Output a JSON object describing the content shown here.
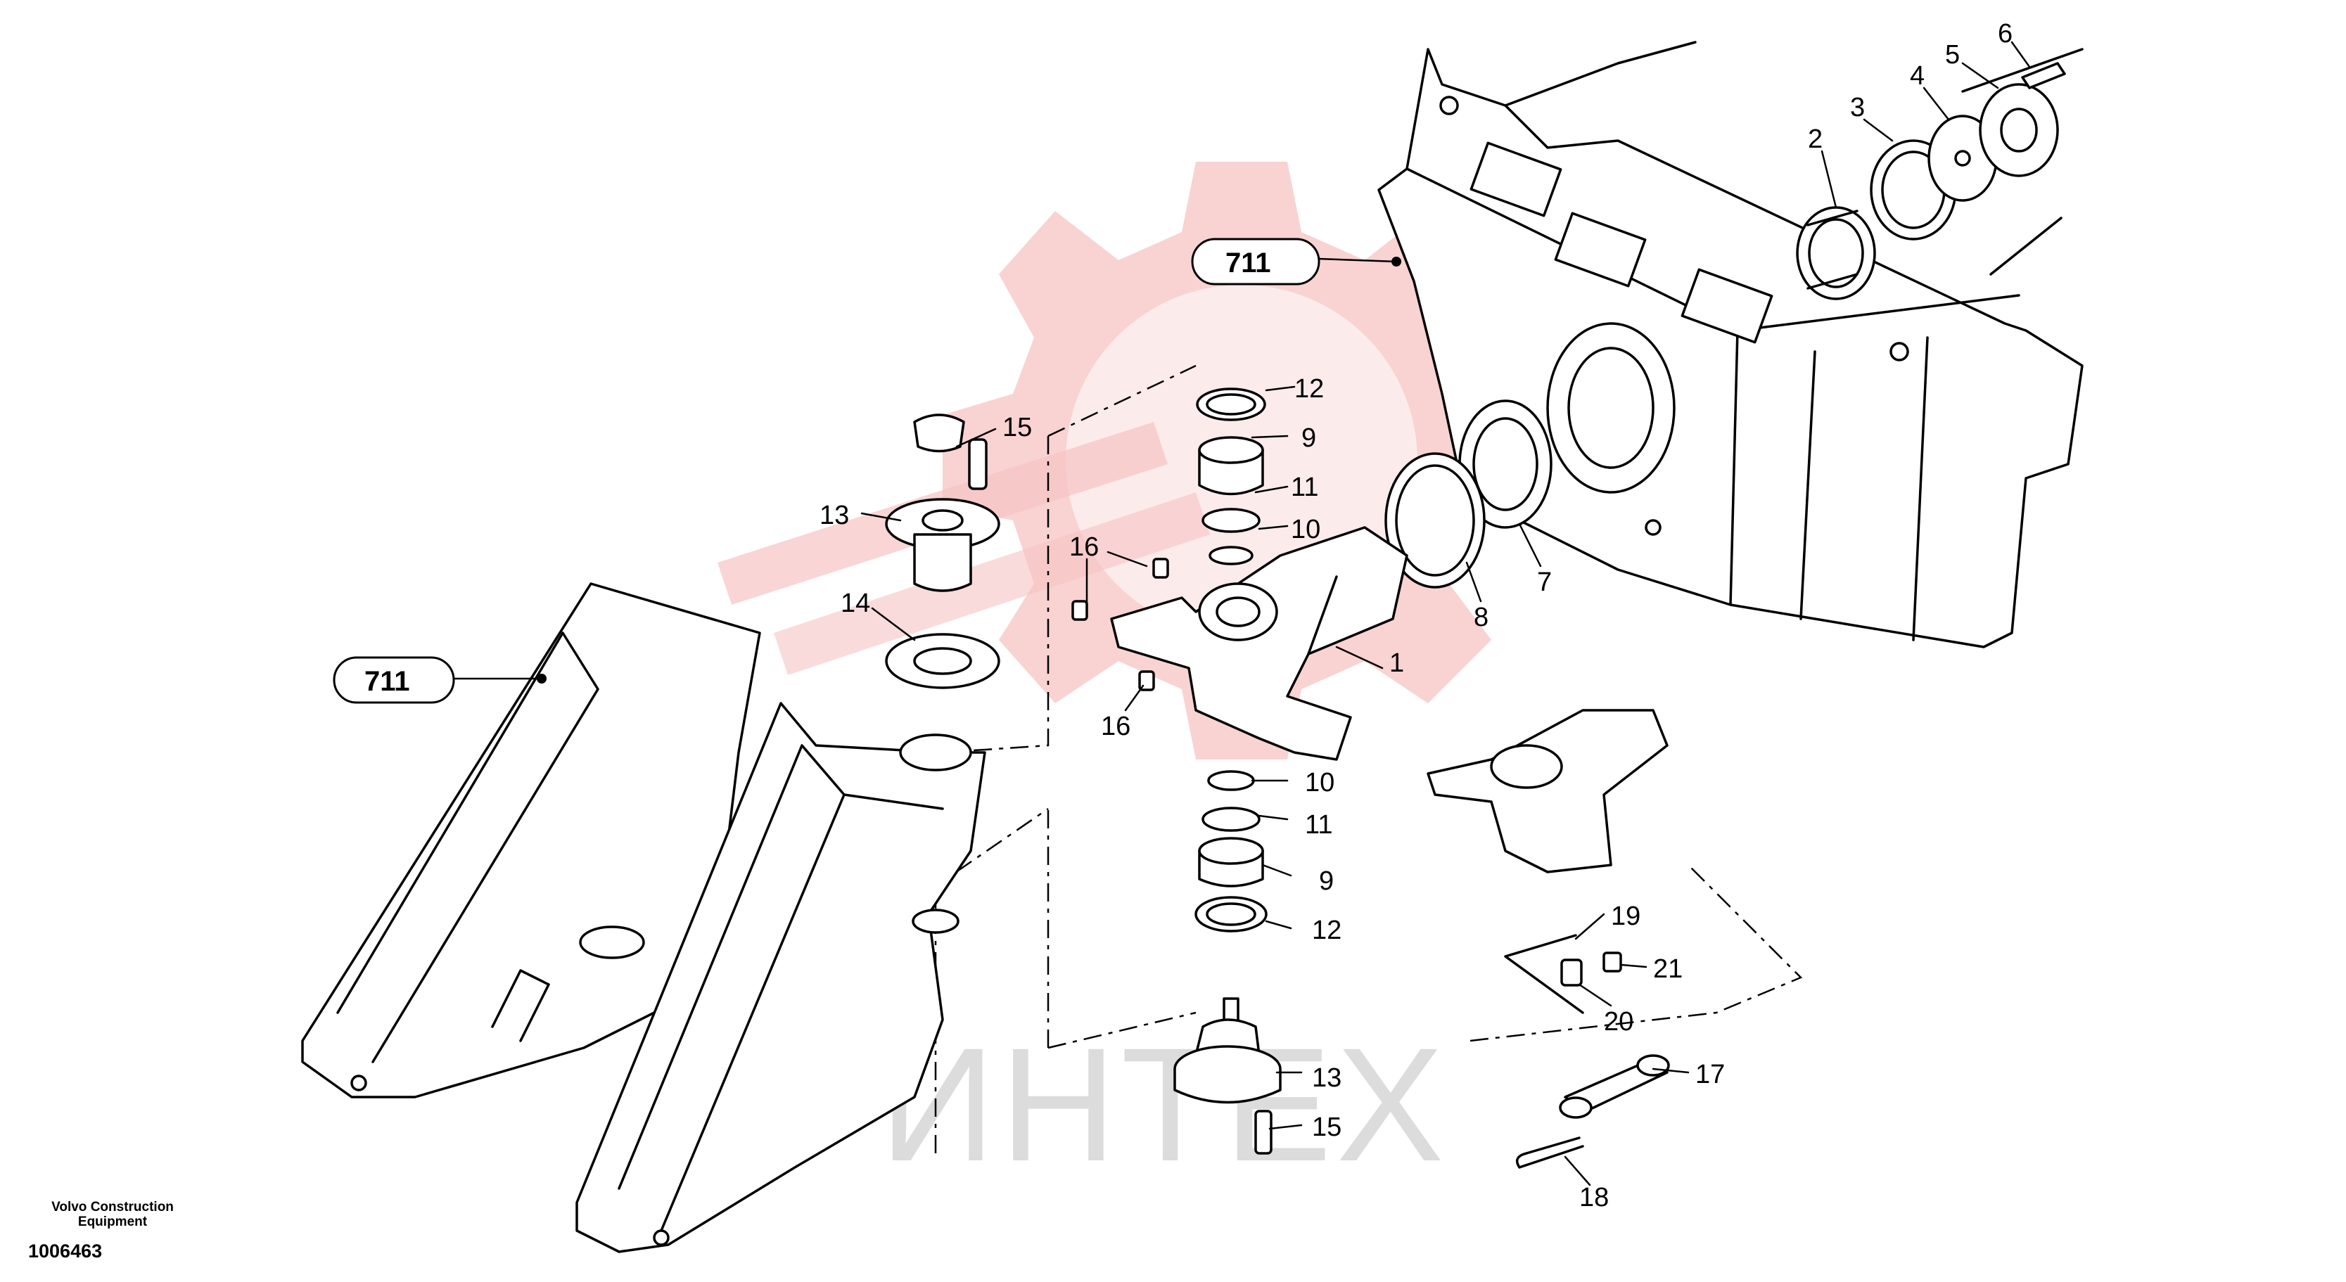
{
  "watermark": {
    "text": "ИНТЕХ",
    "colors": {
      "gear": "#f7c3c3",
      "text": "#dcdcdc"
    }
  },
  "reference_boxes": [
    {
      "id": "upper",
      "label": "711"
    },
    {
      "id": "lower",
      "label": "711"
    }
  ],
  "callouts": [
    {
      "id": "c1",
      "label": "1"
    },
    {
      "id": "c2",
      "label": "2"
    },
    {
      "id": "c3",
      "label": "3"
    },
    {
      "id": "c4",
      "label": "4"
    },
    {
      "id": "c5",
      "label": "5"
    },
    {
      "id": "c6",
      "label": "6"
    },
    {
      "id": "c7",
      "label": "7"
    },
    {
      "id": "c8",
      "label": "8"
    },
    {
      "id": "c9a",
      "label": "9"
    },
    {
      "id": "c9b",
      "label": "9"
    },
    {
      "id": "c10a",
      "label": "10"
    },
    {
      "id": "c10b",
      "label": "10"
    },
    {
      "id": "c11a",
      "label": "11"
    },
    {
      "id": "c11b",
      "label": "11"
    },
    {
      "id": "c12a",
      "label": "12"
    },
    {
      "id": "c12b",
      "label": "12"
    },
    {
      "id": "c13a",
      "label": "13"
    },
    {
      "id": "c13b",
      "label": "13"
    },
    {
      "id": "c14",
      "label": "14"
    },
    {
      "id": "c15a",
      "label": "15"
    },
    {
      "id": "c15b",
      "label": "15"
    },
    {
      "id": "c16a",
      "label": "16"
    },
    {
      "id": "c16b",
      "label": "16"
    },
    {
      "id": "c17",
      "label": "17"
    },
    {
      "id": "c18",
      "label": "18"
    },
    {
      "id": "c19",
      "label": "19"
    },
    {
      "id": "c20",
      "label": "20"
    },
    {
      "id": "c21",
      "label": "21"
    }
  ],
  "footer": {
    "manufacturer": "Volvo Construction Equipment",
    "drawing_number": "1006463"
  }
}
